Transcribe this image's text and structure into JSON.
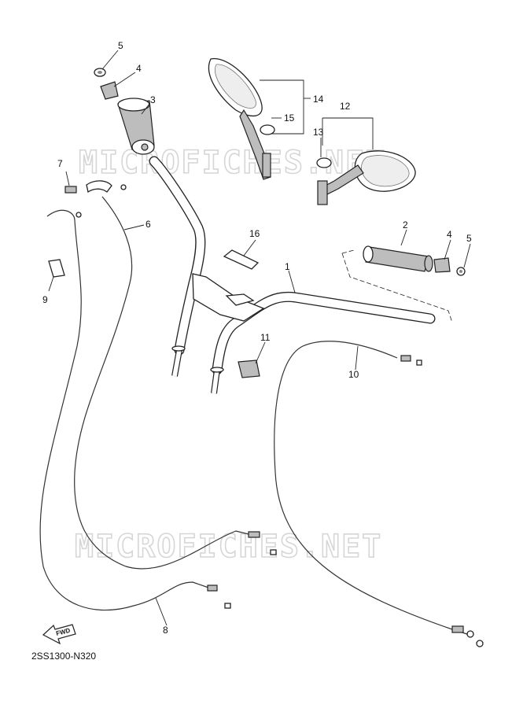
{
  "watermarks": [
    "MICROFICHES.NET",
    "MICROFICHES.NET"
  ],
  "callouts": {
    "c1": "1",
    "c2": "2",
    "c3": "3",
    "c4a": "4",
    "c4b": "4",
    "c5a": "5",
    "c5b": "5",
    "c6": "6",
    "c7": "7",
    "c8": "8",
    "c9": "9",
    "c10": "10",
    "c11": "11",
    "c12": "12",
    "c13": "13",
    "c14": "14",
    "c15": "15",
    "c16": "16"
  },
  "fwd_label": "FWD",
  "diagram_code": "2SS1300-N320"
}
